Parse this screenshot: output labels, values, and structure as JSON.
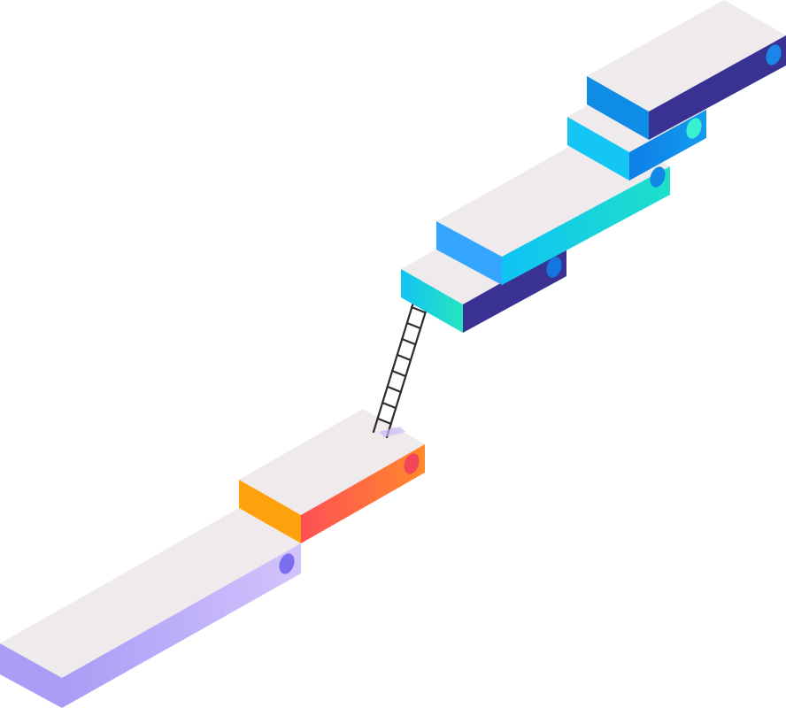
{
  "scene": {
    "background": "#ffffff",
    "top_face_color": "#efeaeb",
    "ladder_color": "#2b2b33",
    "description_tags": [
      "isometric-steps",
      "ladder",
      "growth-concept"
    ]
  },
  "colors": {
    "lavender": "#c4b2f8",
    "lavender_dark": "#a99df5",
    "lavender_dot": "#7b6ff0",
    "orange": "#ff9e0c",
    "orange_red": "#ff5a4e",
    "orange_dot": "#f4465b",
    "teal": "#1ed8c8",
    "sky": "#2fa8ff",
    "cyan": "#10c8f0",
    "navy": "#3a3293",
    "blue": "#1187e8",
    "dot_blue": "#0c6fe0",
    "dot_teal": "#3af0d0"
  }
}
